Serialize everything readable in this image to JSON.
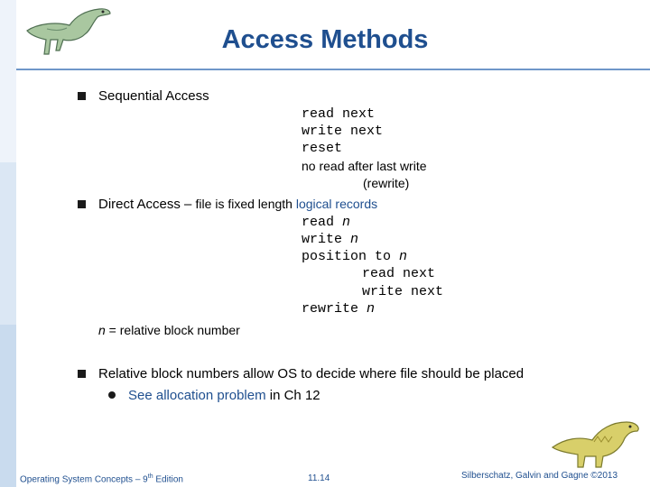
{
  "title": "Access Methods",
  "bullets": {
    "sequential": "Sequential Access",
    "direct_label": "Direct Access – ",
    "direct_desc": "file is fixed length ",
    "direct_link": "logical records",
    "relative": "Relative block numbers allow OS to decide where file should be placed"
  },
  "seq_ops": [
    "read next",
    "write next",
    "reset"
  ],
  "seq_note": "no read after last write",
  "seq_note2": "(rewrite)",
  "direct_ops": {
    "read": "read ",
    "write": "write ",
    "position": "position to ",
    "read_next": "read next",
    "write_next": "write next",
    "rewrite": "rewrite ",
    "n": "n"
  },
  "relative_note": {
    "n": "n",
    "text": " = relative block number"
  },
  "sub_bullet": {
    "link": "See allocation problem",
    "text": " in Ch 12"
  },
  "footer": {
    "left": "Operating System Concepts – 9",
    "left_sup": "th",
    "left_end": " Edition",
    "center": "11.14",
    "right": "Silberschatz, Galvin and Gagne ©2013"
  },
  "colors": {
    "accent": "#1f4f8f",
    "rule": "#6f97c9",
    "leftbar_light": "#dbe7f4",
    "leftbar_mid": "#c9dbee"
  }
}
